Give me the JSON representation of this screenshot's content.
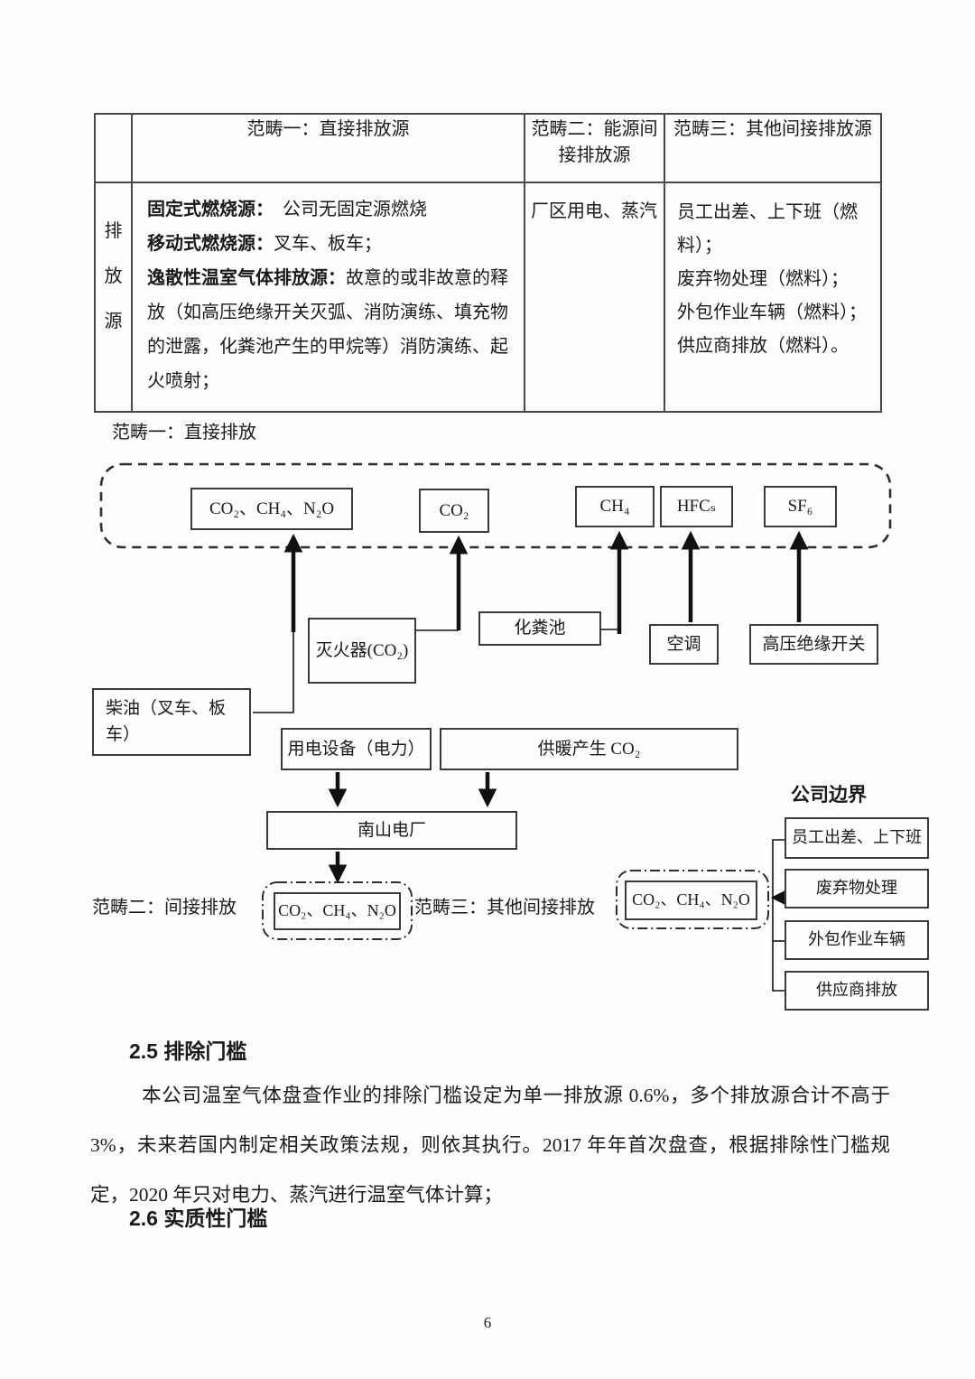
{
  "page_number": "6",
  "table": {
    "headers": [
      "",
      "范畴一：直接排放源",
      "范畴二：能源间接排放源",
      "范畴三：其他间接排放源"
    ],
    "row_header": "排放源",
    "scope1_items": [
      {
        "bold": "固定式燃烧源：",
        "text": "公司无固定源燃烧"
      },
      {
        "bold": "移动式燃烧源：",
        "text": "叉车、板车；"
      },
      {
        "bold": "逸散性温室气体排放源：",
        "text": "故意的或非故意的释放（如高压绝缘开关灭弧、消防演练、填充物的泄露，化粪池产生的甲烷等）消防演练、起火喷射；"
      }
    ],
    "scope2_text": "厂区用电、蒸汽",
    "scope3_lines": [
      "员工出差、上下班（燃料）；",
      "废弃物处理（燃料）；",
      "外包作业车辆（燃料）；",
      "供应商排放（燃料）。"
    ]
  },
  "diagram": {
    "scope1_label": "范畴一：直接排放",
    "scope2_label": "范畴二：间接排放",
    "scope3_label": "范畴三：其他间接排放",
    "boundary_label": "公司边界",
    "gas_combo": "CO₂、CH₄、N₂O",
    "gas_co2": "CO₂",
    "gas_ch4": "CH₄",
    "gas_hfcs": "HFCₛ",
    "gas_sf6": "SF₆",
    "src_extinguisher": "灭火器(CO₂)",
    "src_septic": "化粪池",
    "src_ac": "空调",
    "src_hv_switch": "高压绝缘开关",
    "src_diesel": "柴油（叉车、板车）",
    "src_electric": "用电设备（电力）",
    "src_heating": "供暖产生 CO₂",
    "src_plant": "南山电厂",
    "scope2_gases": "CO₂、CH₄、N₂O",
    "scope3_gases": "CO₂、CH₄、N₂O",
    "scope3_sources": [
      "员工出差、上下班",
      "废弃物处理",
      "外包作业车辆",
      "供应商排放"
    ]
  },
  "sections": {
    "s25_title": "2.5 排除门槛",
    "s25_body": "本公司温室气体盘查作业的排除门槛设定为单一排放源 0.6%，多个排放源合计不高于 3%，未来若国内制定相关政策法规，则依其执行。2017 年年首次盘查，根据排除性门槛规定，2020 年只对电力、蒸汽进行温室气体计算；",
    "s26_title": "2.6 实质性门槛"
  }
}
